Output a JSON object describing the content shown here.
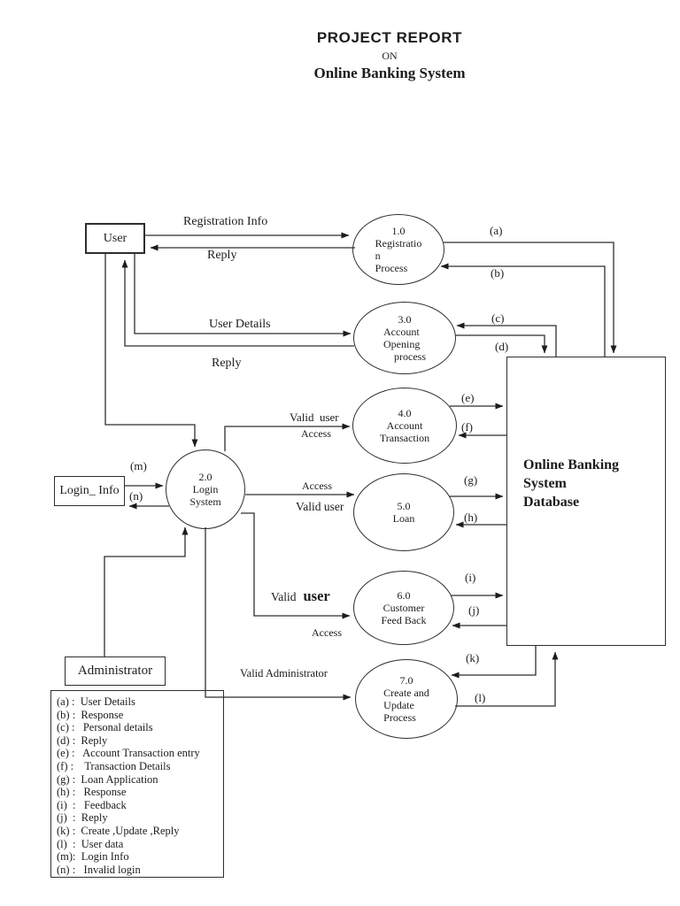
{
  "title": {
    "report": "PROJECT REPORT",
    "on": "ON",
    "subject": "Online Banking System"
  },
  "entities": {
    "user": "User",
    "administrator": "Administrator",
    "login_info": "Login_ Info",
    "database": "Online Banking\nSystem\nDatabase"
  },
  "processes": {
    "p1": {
      "num": "1.0",
      "name": "Registratio\nn\nProcess"
    },
    "p2": {
      "num": "2.0",
      "name": "Login\nSystem"
    },
    "p3": {
      "num": "3.0",
      "name": "Account\nOpening\n    process"
    },
    "p4": {
      "num": "4.0",
      "name": "Account\nTransaction"
    },
    "p5": {
      "num": "5.0",
      "name": "Loan"
    },
    "p6": {
      "num": "6.0",
      "name": "Customer\nFeed Back"
    },
    "p7": {
      "num": "7.0",
      "name": "Create and\nUpdate\nProcess"
    }
  },
  "flows": {
    "registration_info": "Registration Info",
    "reply_top": "Reply",
    "user_details": "User Details",
    "reply_mid": "Reply",
    "valid_user_4": "Valid  user",
    "access_4": "Access",
    "access_5": "Access",
    "valid_user_5": "Valid user",
    "valid_user_6_prefix": "Valid",
    "valid_user_6_word": "user",
    "access_6": "Access",
    "valid_administrator": "Valid Administrator",
    "tag_a": "(a)",
    "tag_b": "(b)",
    "tag_c": "(c)",
    "tag_d": "(d)",
    "tag_e": "(e)",
    "tag_f": "(f)",
    "tag_g": "(g)",
    "tag_h": "(h)",
    "tag_i": "(i)",
    "tag_j": "(j)",
    "tag_k": "(k)",
    "tag_l": "(l)",
    "tag_m": "(m)",
    "tag_n": "(n)"
  },
  "legend": {
    "items": [
      "(a) :  User Details",
      "(b) :  Response",
      "(c) :   Personal details",
      "(d) :  Reply",
      "(e) :   Account Transaction entry",
      "(f) :    Transaction Details",
      "(g) :  Loan Application",
      "(h) :   Response",
      "(i)  :   Feedback",
      "(j)  :  Reply",
      "(k) :  Create ,Update ,Reply",
      "(l)  :  User data",
      "(m):  Login Info",
      "(n) :   Invalid login"
    ]
  },
  "colors": {
    "ink": "#1c1c1c",
    "line": "#2e2e2e",
    "background": "#ffffff"
  }
}
